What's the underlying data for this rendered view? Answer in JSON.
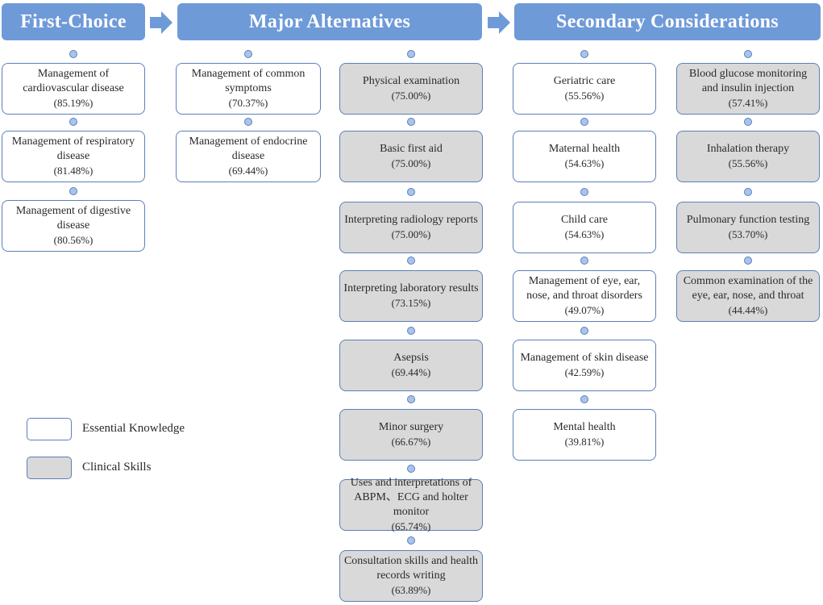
{
  "headers": {
    "first": "First-Choice",
    "major": "Major Alternatives",
    "secondary": "Secondary Considerations"
  },
  "first_choice": [
    {
      "label": "Management of cardiovascular disease",
      "pct": "(85.19%)",
      "type": "knowledge"
    },
    {
      "label": "Management of respiratory disease",
      "pct": "(81.48%)",
      "type": "knowledge"
    },
    {
      "label": "Management of digestive disease",
      "pct": "(80.56%)",
      "type": "knowledge"
    }
  ],
  "major_knowledge": [
    {
      "label": "Management of common symptoms",
      "pct": "(70.37%)",
      "type": "knowledge"
    },
    {
      "label": "Management of endocrine disease",
      "pct": "(69.44%)",
      "type": "knowledge"
    }
  ],
  "major_skills": [
    {
      "label": "Physical examination",
      "pct": "(75.00%)",
      "type": "skill"
    },
    {
      "label": "Basic first aid",
      "pct": "(75.00%)",
      "type": "skill"
    },
    {
      "label": "Interpreting radiology reports",
      "pct": "(75.00%)",
      "type": "skill"
    },
    {
      "label": "Interpreting laboratory results",
      "pct": "(73.15%)",
      "type": "skill"
    },
    {
      "label": "Asepsis",
      "pct": "(69.44%)",
      "type": "skill"
    },
    {
      "label": "Minor surgery",
      "pct": "(66.67%)",
      "type": "skill"
    },
    {
      "label": "Uses and interpretations of ABPM、ECG and holter monitor",
      "pct": "(65.74%)",
      "type": "skill"
    },
    {
      "label": "Consultation skills and health records writing",
      "pct": "(63.89%)",
      "type": "skill"
    }
  ],
  "secondary_knowledge": [
    {
      "label": "Geriatric care",
      "pct": "(55.56%)",
      "type": "knowledge"
    },
    {
      "label": "Maternal health",
      "pct": "(54.63%)",
      "type": "knowledge"
    },
    {
      "label": "Child care",
      "pct": "(54.63%)",
      "type": "knowledge"
    },
    {
      "label": "Management of eye, ear, nose, and throat disorders",
      "pct": "(49.07%)",
      "type": "knowledge"
    },
    {
      "label": "Management of skin disease",
      "pct": "(42.59%)",
      "type": "knowledge"
    },
    {
      "label": "Mental health",
      "pct": "(39.81%)",
      "type": "knowledge"
    }
  ],
  "secondary_skills": [
    {
      "label": "Blood glucose monitoring and insulin injection",
      "pct": "(57.41%)",
      "type": "skill"
    },
    {
      "label": "Inhalation therapy",
      "pct": "(55.56%)",
      "type": "skill"
    },
    {
      "label": "Pulmonary function testing",
      "pct": "(53.70%)",
      "type": "skill"
    },
    {
      "label": "Common examination of the eye, ear, nose, and throat",
      "pct": "(44.44%)",
      "type": "skill"
    }
  ],
  "legend": {
    "knowledge": "Essential Knowledge",
    "skills": "Clinical Skills"
  },
  "colors": {
    "header": "#6f9ad8",
    "border": "#5b7fb8",
    "skill_fill": "#d9d9d9",
    "dot_fill": "#a9c4ec"
  }
}
